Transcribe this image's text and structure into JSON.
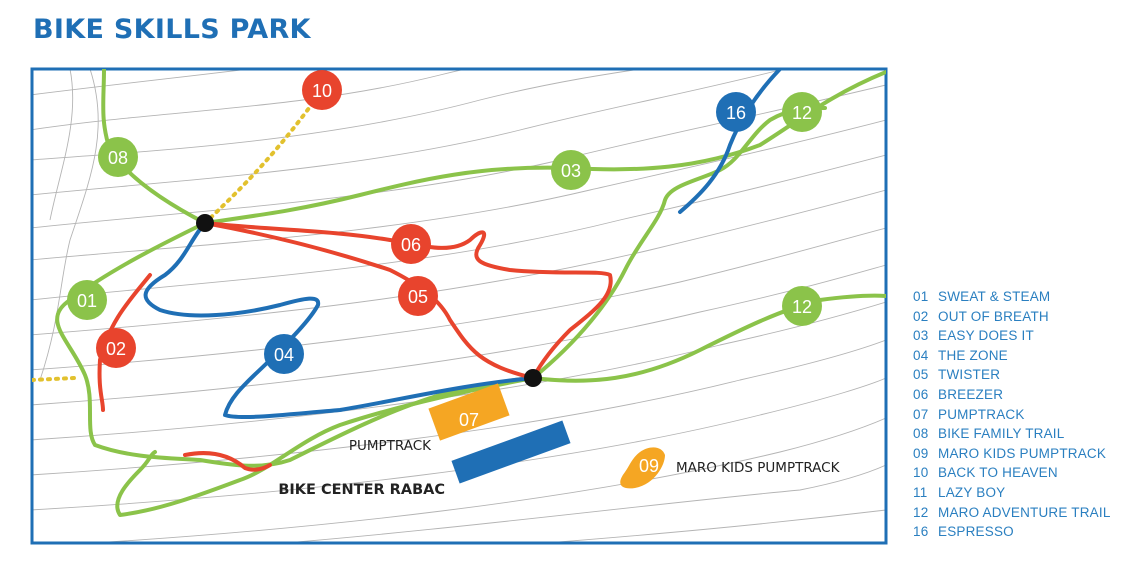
{
  "title": "BIKE SKILLS PARK",
  "colors": {
    "green": "#8bc34a",
    "red": "#e8442d",
    "blue": "#1f6fb5",
    "orange": "#f5a623",
    "contour": "#b4b4b4",
    "frame": "#1f6fb5",
    "label": "#222222"
  },
  "markers": {
    "m01": "01",
    "m02": "02",
    "m03": "03",
    "m04": "04",
    "m05": "05",
    "m06": "06",
    "m07": "07",
    "m08": "08",
    "m09": "09",
    "m10": "10",
    "m12a": "12",
    "m12b": "12",
    "m16": "16"
  },
  "places": {
    "pumptrack": "PUMPTRACK",
    "bike_center": "BIKE CENTER RABAC",
    "maro_kids": "MARO KIDS PUMPTRACK"
  },
  "legend": [
    {
      "num": "01",
      "name": "SWEAT & STEAM"
    },
    {
      "num": "02",
      "name": "OUT OF BREATH"
    },
    {
      "num": "03",
      "name": "EASY DOES IT"
    },
    {
      "num": "04",
      "name": "THE ZONE"
    },
    {
      "num": "05",
      "name": "TWISTER"
    },
    {
      "num": "06",
      "name": "BREEZER"
    },
    {
      "num": "07",
      "name": "PUMPTRACK"
    },
    {
      "num": "08",
      "name": "BIKE FAMILY TRAIL"
    },
    {
      "num": "09",
      "name": "MARO KIDS PUMPTRACK"
    },
    {
      "num": "10",
      "name": "BACK TO HEAVEN"
    },
    {
      "num": "11",
      "name": "LAZY BOY"
    },
    {
      "num": "12",
      "name": "MARO ADVENTURE TRAIL"
    },
    {
      "num": "16",
      "name": "ESPRESSO"
    }
  ]
}
